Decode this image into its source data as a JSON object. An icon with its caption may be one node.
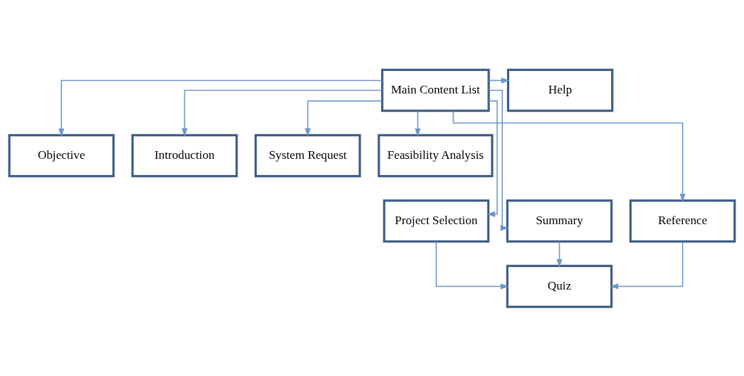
{
  "diagram": {
    "nodes": [
      {
        "text": [
          "Main Content List"
        ]
      },
      {
        "text": [
          "Help"
        ]
      },
      {
        "text": [
          "Objective"
        ]
      },
      {
        "text": [
          "Introduction"
        ]
      },
      {
        "text": [
          "System Request"
        ]
      },
      {
        "text": [
          "Feasibility Analysis"
        ]
      },
      {
        "text": [
          "Project Selection"
        ]
      },
      {
        "text": [
          "Summary"
        ]
      },
      {
        "text": [
          "Reference"
        ]
      },
      {
        "text": [
          "Quiz"
        ]
      }
    ],
    "edges": [
      {
        "from": 0,
        "to": 1,
        "arrow": "to"
      },
      {
        "from": 0,
        "to": 2,
        "arrow": "to"
      },
      {
        "from": 0,
        "to": 3,
        "arrow": "to"
      },
      {
        "from": 0,
        "to": 4,
        "arrow": "to"
      },
      {
        "from": 0,
        "to": 5,
        "arrow": "to"
      },
      {
        "from": 0,
        "to": 6,
        "arrow": "to"
      },
      {
        "from": 0,
        "to": 7,
        "arrow": "to"
      },
      {
        "from": 0,
        "to": 8,
        "arrow": "to"
      },
      {
        "from": 6,
        "to": 9,
        "arrow": "to"
      },
      {
        "from": 7,
        "to": 9,
        "arrow": "to"
      },
      {
        "from": 8,
        "to": 9,
        "arrow": "to"
      }
    ]
  }
}
